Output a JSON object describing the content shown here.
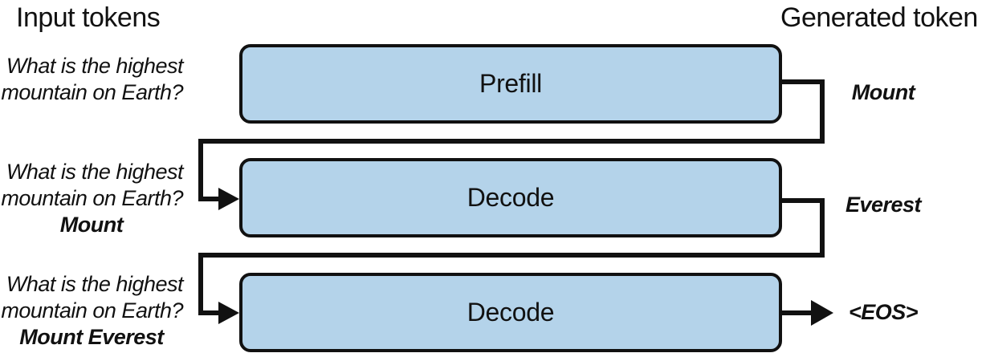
{
  "headings": {
    "input": "Input tokens",
    "generated": "Generated token"
  },
  "inputs": [
    {
      "lines": [
        "What is the highest",
        "mountain on Earth?"
      ],
      "bold": ""
    },
    {
      "lines": [
        "What is the highest",
        "mountain on Earth?"
      ],
      "bold": "Mount"
    },
    {
      "lines": [
        "What is the highest",
        "mountain on Earth?"
      ],
      "bold": "Mount Everest"
    }
  ],
  "stages": [
    {
      "label": "Prefill"
    },
    {
      "label": "Decode"
    },
    {
      "label": "Decode"
    }
  ],
  "generated": [
    "Mount",
    "Everest",
    "<EOS>"
  ],
  "colors": {
    "box_fill": "#b4d3ea",
    "stroke": "#111111"
  }
}
